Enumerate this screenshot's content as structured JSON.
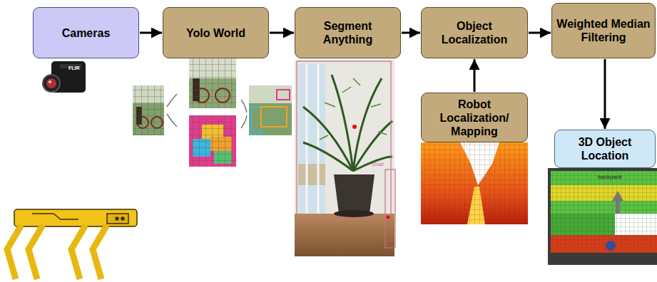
{
  "diagram": {
    "nodes": [
      {
        "text": [
          "Cameras"
        ]
      },
      {
        "text": [
          "Yolo World"
        ]
      },
      {
        "text": [
          "Segment Anything"
        ]
      },
      {
        "text": [
          "Object Localization"
        ]
      },
      {
        "text": [
          "Weighted Median Filtering"
        ]
      },
      {
        "text": [
          "Robot Localization/ Mapping"
        ]
      },
      {
        "text": [
          "3D Object Location"
        ]
      }
    ],
    "edges": [
      {
        "from": 0,
        "to": 1,
        "arrow": "to"
      },
      {
        "from": 1,
        "to": 2,
        "arrow": "to"
      },
      {
        "from": 2,
        "to": 3,
        "arrow": "to"
      },
      {
        "from": 3,
        "to": 4,
        "arrow": "to"
      },
      {
        "from": 5,
        "to": 3,
        "arrow": "to"
      },
      {
        "from": 4,
        "to": 6,
        "arrow": "to"
      }
    ],
    "labels": [
      "FLIR",
      "chair",
      "backpack"
    ]
  }
}
